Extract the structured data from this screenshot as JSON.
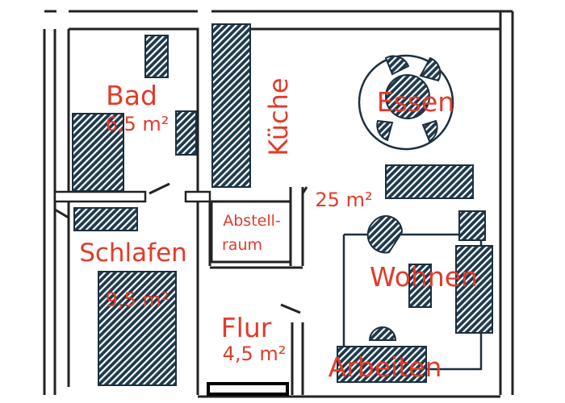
{
  "colors": {
    "label": "#e23b2a",
    "furniture": "#1f3a4d",
    "walls": "#222222"
  },
  "rooms": {
    "bad": {
      "name": "Bad",
      "area": "6,5 m²"
    },
    "kueche": {
      "name": "Küche"
    },
    "essen": {
      "name": "Essen"
    },
    "wohnbereich": {
      "area": "25 m²"
    },
    "abstellraum": {
      "name_line1": "Abstell-",
      "name_line2": "raum"
    },
    "schlafen": {
      "name": "Schlafen",
      "area": "9,5 m²"
    },
    "flur": {
      "name": "Flur",
      "area": "4,5 m²"
    },
    "wohnen": {
      "name": "Wohnen"
    },
    "arbeiten": {
      "name": "Arbeiten"
    }
  }
}
